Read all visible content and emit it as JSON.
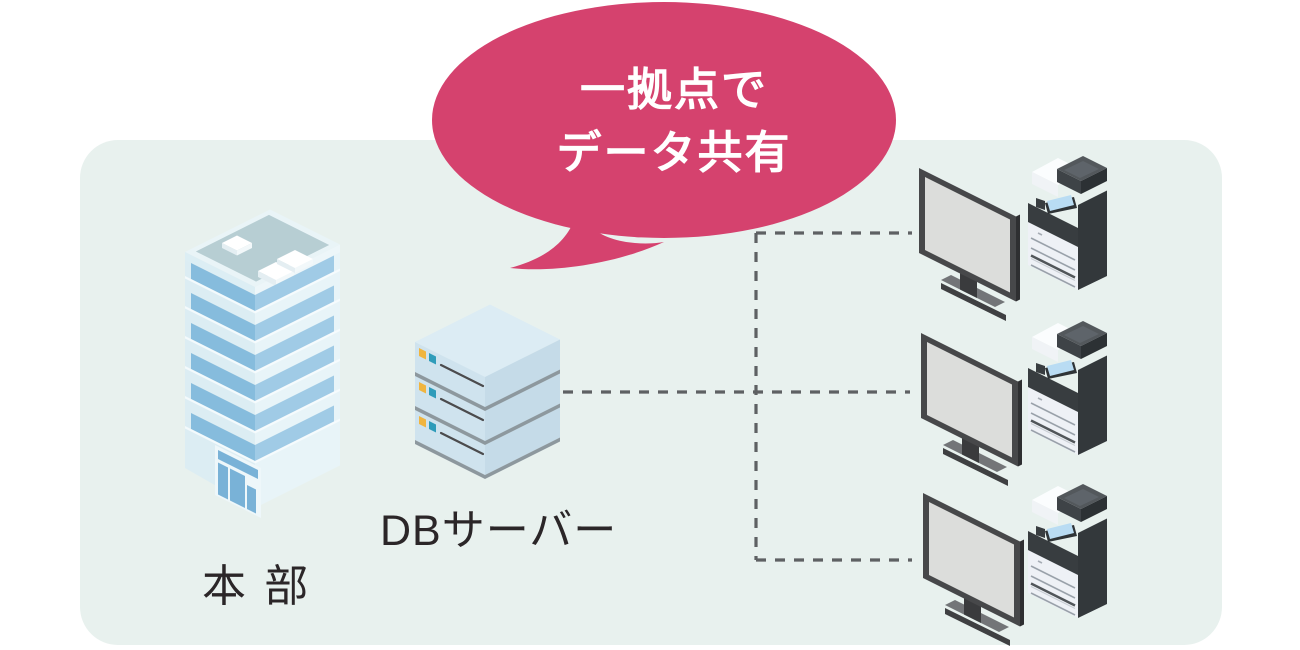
{
  "callout": {
    "line1": "一拠点で",
    "line2": "データ共有",
    "bubble_color": "#d5426e",
    "text_color": "#ffffff"
  },
  "panel": {
    "background": "#e8f1ee"
  },
  "nodes": {
    "headquarters": {
      "label": "本 部",
      "type": "office-building"
    },
    "db_server": {
      "label": "DBサーバー",
      "type": "server-stack"
    },
    "workstations": {
      "count": 3,
      "components": [
        "monitor",
        "multifunction-printer"
      ]
    }
  },
  "connections": {
    "style": "dashed",
    "color": "#5e6163",
    "links": [
      {
        "from": "db_server",
        "to": "workstation-1"
      },
      {
        "from": "db_server",
        "to": "workstation-2"
      },
      {
        "from": "db_server",
        "to": "workstation-3"
      }
    ]
  }
}
